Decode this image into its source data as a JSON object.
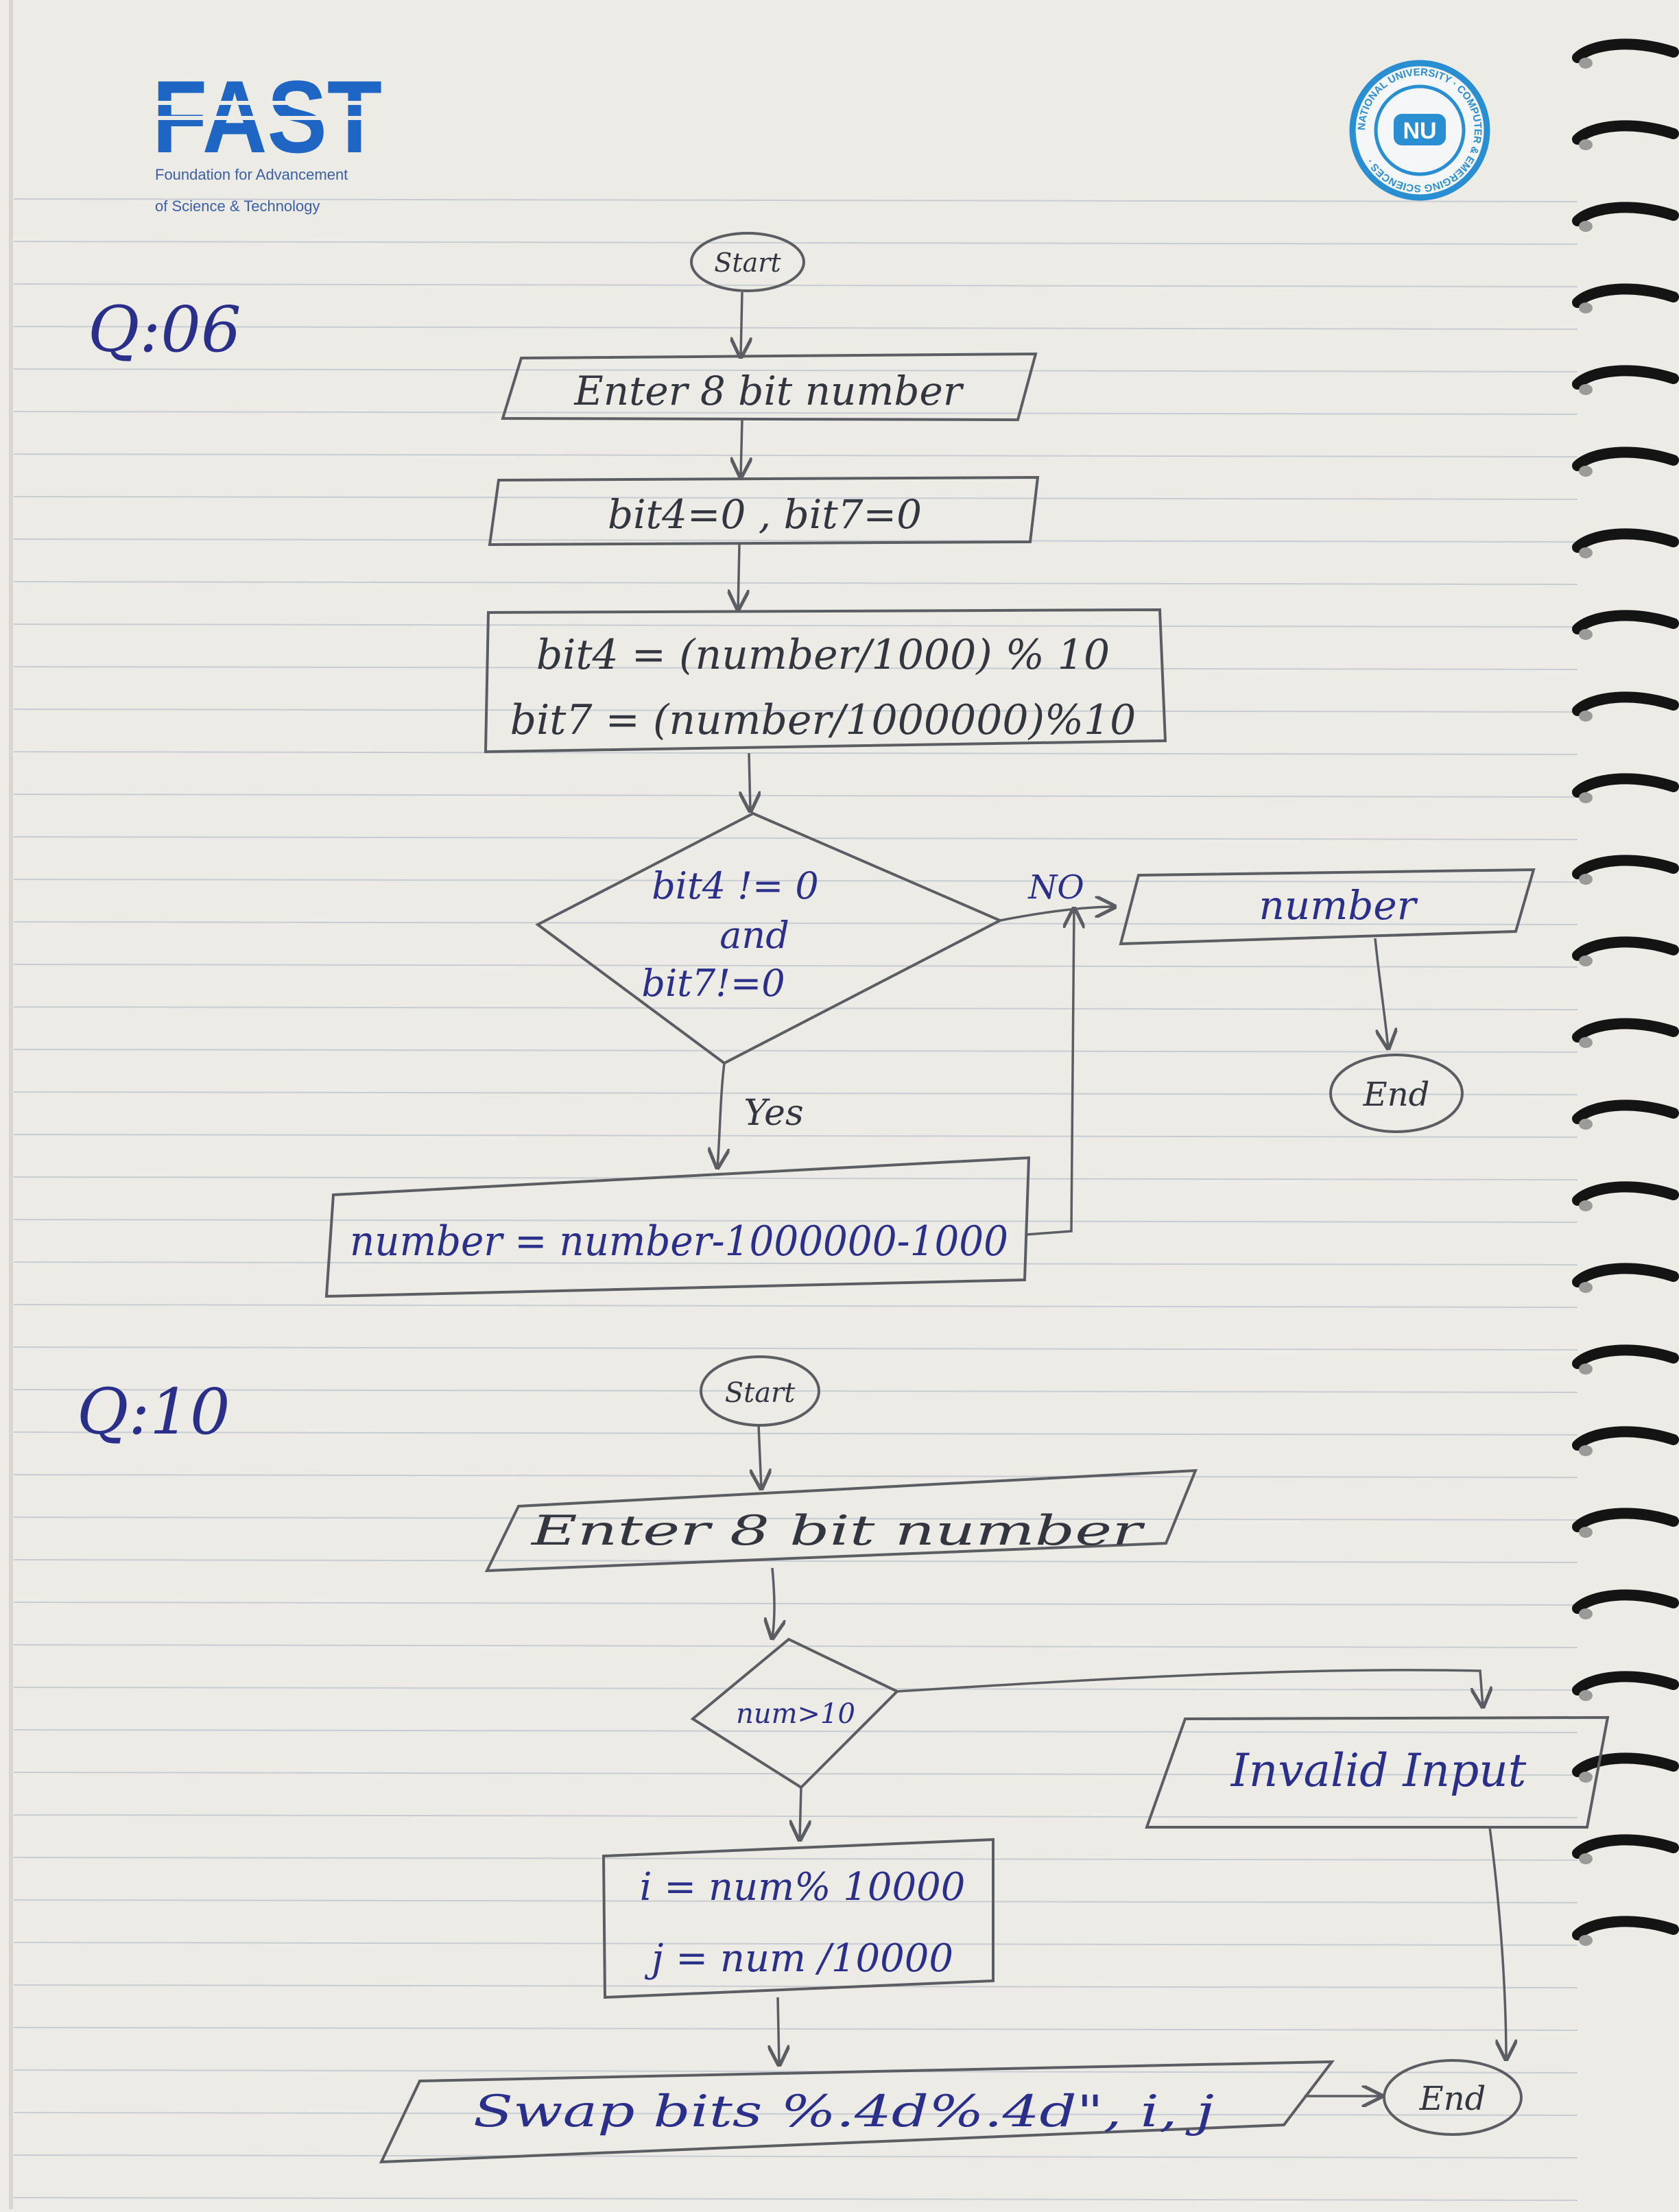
{
  "header": {
    "logo_text": "FAST",
    "logo_sub1": "Foundation for Advancement",
    "logo_sub2": "of Science & Technology",
    "seal_label": "NU",
    "seal_ring": "NATIONAL UNIVERSITY · COMPUTER & EMERGING SCIENCES ·"
  },
  "q06": {
    "label": "Q:06",
    "start": "Start",
    "input": "Enter 8 bit number",
    "init": "bit4=0 , bit7=0",
    "calc_line1": "bit4 = (number/1000) % 10",
    "calc_line2": "bit7 = (number/1000000)%10",
    "decision_line1": "bit4 != 0",
    "decision_line2": "and",
    "decision_line3": "bit7!=0",
    "no_label": "NO",
    "yes_label": "Yes",
    "output": "number",
    "end": "End",
    "update": "number = number-1000000-1000"
  },
  "q10": {
    "label": "Q:10",
    "start": "Start",
    "input": "Enter 8 bit number",
    "decision": "num>10",
    "invalid": "Invalid Input",
    "assign_line1": "i = num% 10000",
    "assign_line2": "j = num /10000",
    "output": "Swap bits %.4d%.4d\", i, j",
    "end": "End"
  },
  "colors": {
    "paper": "#ecebe6",
    "pencil": "#5c5d62",
    "ink_blue": "#2a2f8a",
    "logo_blue": "#1f66c4",
    "seal_blue": "#2a8ed2",
    "ring_black": "#141414"
  }
}
